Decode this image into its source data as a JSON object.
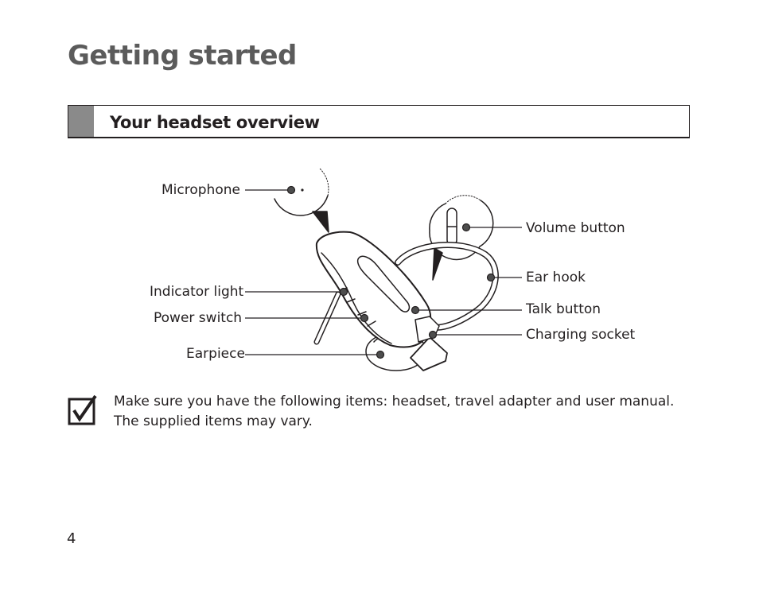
{
  "page": {
    "title": "Getting started",
    "section_title": "Your headset overview",
    "page_number": "4"
  },
  "figure": {
    "labels": {
      "microphone": "Microphone",
      "indicator_light": "Indicator light",
      "power_switch": "Power switch",
      "earpiece": "Earpiece",
      "volume_button": "Volume button",
      "ear_hook": "Ear hook",
      "talk_button": "Talk button",
      "charging_socket": "Charging socket"
    }
  },
  "note": {
    "icon": "checkmark-box-icon",
    "text": "Make sure you have the following items: headset, travel adapter and user manual. The supplied items may vary."
  }
}
